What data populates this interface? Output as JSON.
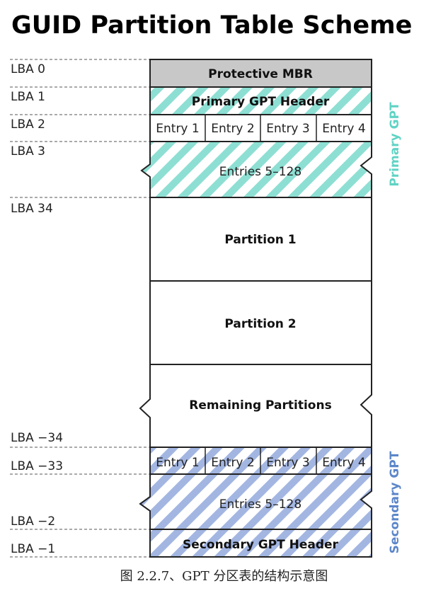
{
  "title": "GUID Partition Table Scheme",
  "lba_labels": [
    "LBA 0",
    "LBA 1",
    "LBA 2",
    "LBA 3",
    "LBA 34",
    "LBA −34",
    "LBA −33",
    "LBA −2",
    "LBA −1"
  ],
  "blocks": {
    "protective_mbr": "Protective MBR",
    "primary_header": "Primary GPT Header",
    "primary_entries": [
      "Entry 1",
      "Entry 2",
      "Entry 3",
      "Entry 4"
    ],
    "primary_entries_rest": "Entries 5–128",
    "partition1": "Partition 1",
    "partition2": "Partition 2",
    "remaining": "Remaining Partitions",
    "secondary_entries": [
      "Entry 1",
      "Entry 2",
      "Entry 3",
      "Entry 4"
    ],
    "secondary_entries_rest": "Entries 5–128",
    "secondary_header": "Secondary GPT Header"
  },
  "side_labels": {
    "primary": "Primary GPT",
    "secondary": "Secondary GPT"
  },
  "colors": {
    "primary": "#7fd8cc",
    "secondary": "#8fa6d8",
    "primary_label": "#5fd3c4",
    "secondary_label": "#5b86c9",
    "mbr_fill": "#c8c8c8"
  },
  "caption": "图 2.2.7、GPT 分区表的结构示意图"
}
